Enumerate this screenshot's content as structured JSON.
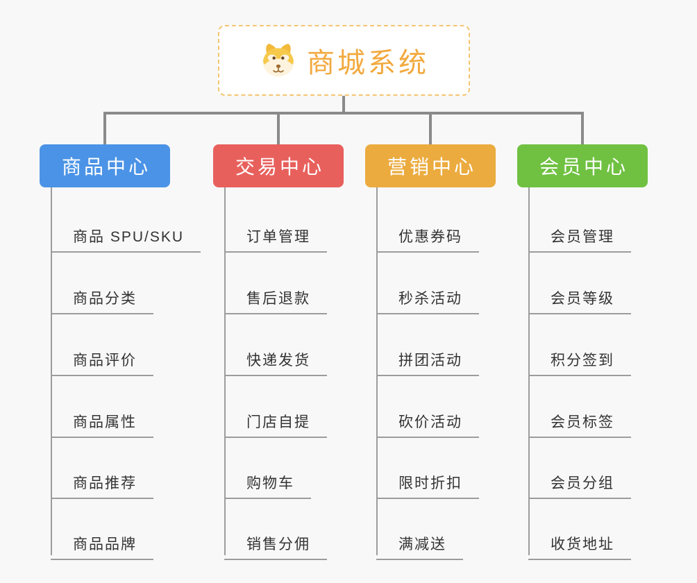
{
  "canvas": {
    "background_color": "#F8F8F8",
    "connector_color": "#8A8A8A",
    "item_line_color": "#9C9C9C",
    "item_text_color": "#333333"
  },
  "root": {
    "title": "商城系统",
    "icon": "dog-face-icon",
    "text_color": "#F2A93E",
    "border_color": "#F3C571",
    "background_color": "#FFFFFF"
  },
  "branches": [
    {
      "label": "商品中心",
      "color": "#4B93E6",
      "items": [
        "商品 SPU/SKU",
        "商品分类",
        "商品评价",
        "商品属性",
        "商品推荐",
        "商品品牌"
      ]
    },
    {
      "label": "交易中心",
      "color": "#E8605C",
      "items": [
        "订单管理",
        "售后退款",
        "快递发货",
        "门店自提",
        "购物车",
        "销售分佣"
      ]
    },
    {
      "label": "营销中心",
      "color": "#EBAB3F",
      "items": [
        "优惠券码",
        "秒杀活动",
        "拼团活动",
        "砍价活动",
        "限时折扣",
        "满减送"
      ]
    },
    {
      "label": "会员中心",
      "color": "#70C142",
      "items": [
        "会员管理",
        "会员等级",
        "积分签到",
        "会员标签",
        "会员分组",
        "收货地址"
      ]
    }
  ]
}
